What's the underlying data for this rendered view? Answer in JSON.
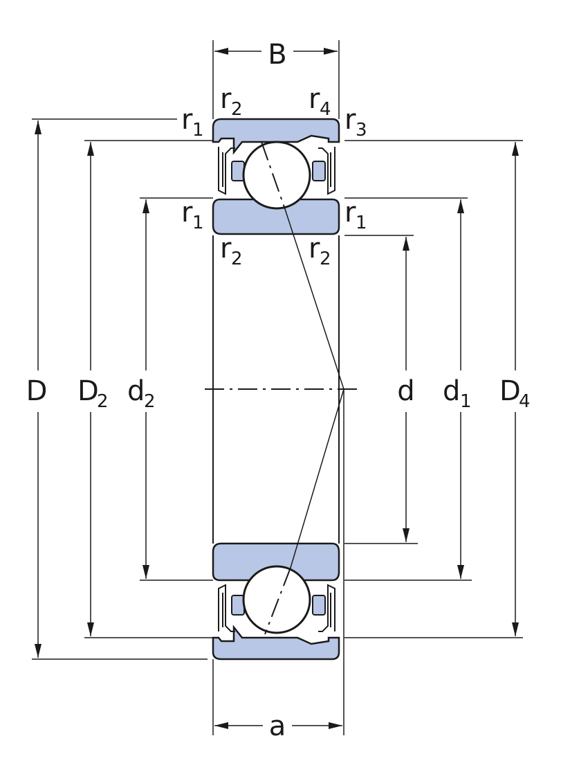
{
  "dimensions": {
    "B": {
      "main": "B"
    },
    "a": {
      "main": "a"
    },
    "D": {
      "main": "D"
    },
    "D2": {
      "main": "D",
      "sub": "2"
    },
    "d2": {
      "main": "d",
      "sub": "2"
    },
    "d": {
      "main": "d"
    },
    "d1": {
      "main": "d",
      "sub": "1"
    },
    "D4": {
      "main": "D",
      "sub": "4"
    }
  },
  "radii": {
    "r1": {
      "main": "r",
      "sub": "1"
    },
    "r2": {
      "main": "r",
      "sub": "2"
    },
    "r3": {
      "main": "r",
      "sub": "3"
    },
    "r4": {
      "main": "r",
      "sub": "4"
    }
  },
  "colors": {
    "ring_fill": "#b9c7e6",
    "line": "#1a1a1a"
  }
}
